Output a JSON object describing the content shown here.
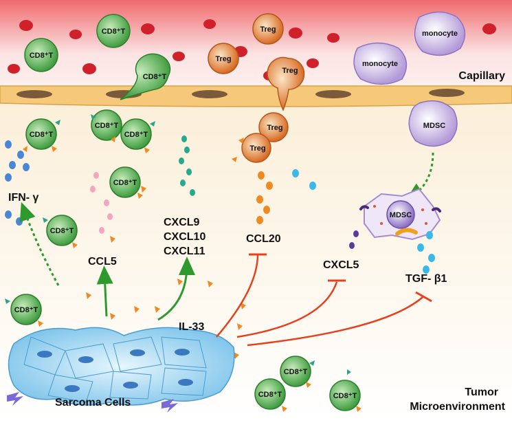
{
  "labels": {
    "capillary": "Capillary",
    "tumor_line1": "Tumor",
    "tumor_line2": "Microenvironment",
    "sarcoma": "Sarcoma Cells",
    "ifn": "IFN- γ",
    "ccl5": "CCL5",
    "cxcl9": "CXCL9",
    "cxcl10": "CXCL10",
    "cxcl11": "CXCL11",
    "ccl20": "CCL20",
    "cxcl5": "CXCL5",
    "tgf": "TGF- β1",
    "il33": "IL-33"
  },
  "cells": {
    "cd8t": "CD8⁺T",
    "treg": "Treg",
    "monocyte": "monocyte",
    "mdsc": "MDSC"
  },
  "colors": {
    "vessel_red": "#e8393f",
    "endothelium": "#f6c97a",
    "cd8_green": "#3f9d3f",
    "treg_orange": "#e07a2e",
    "monocyte_purple": "#c8b6e2",
    "sarcoma_blue": "#8ed0f0",
    "promote_arrow": "#2e9a2e",
    "inhibit_arrow": "#e8401c"
  }
}
